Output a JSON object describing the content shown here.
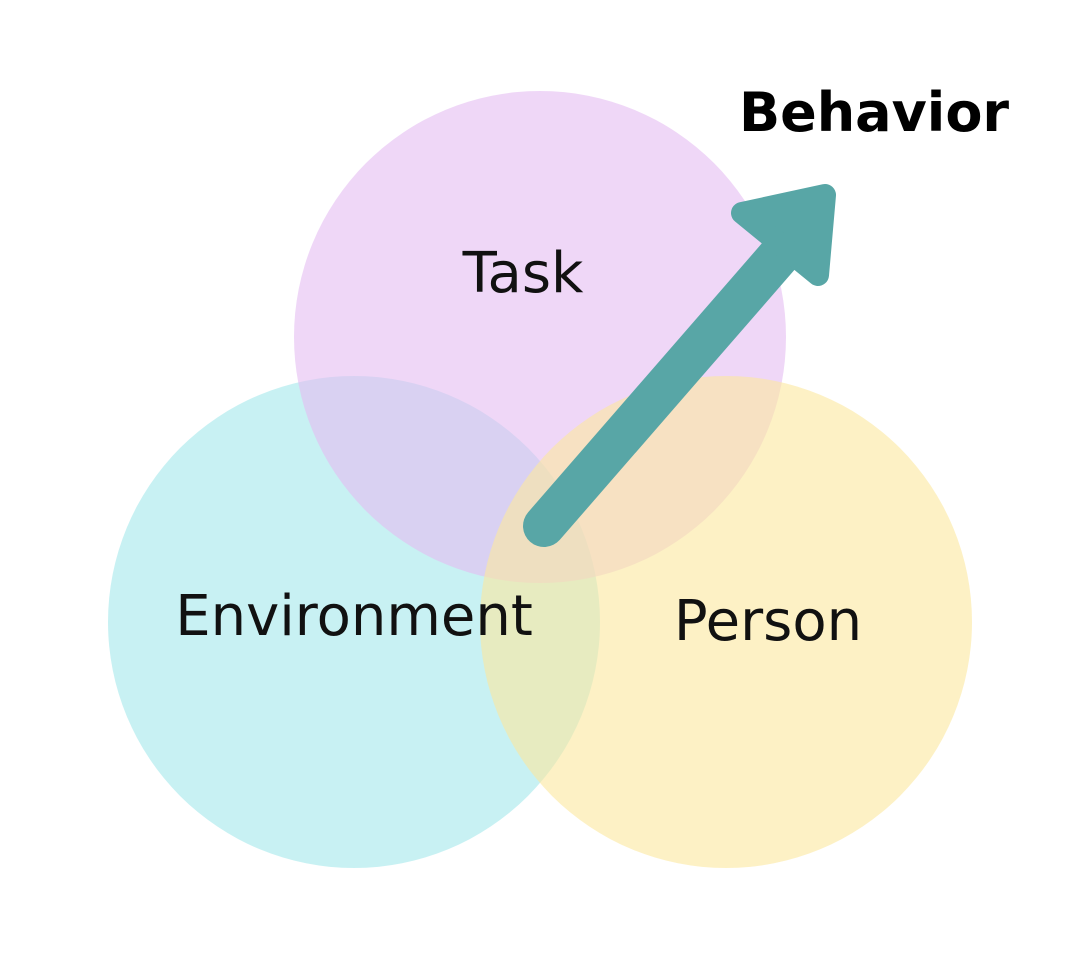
{
  "diagram": {
    "circles": {
      "task": {
        "label": "Task",
        "color": "#E5BDF2"
      },
      "environment": {
        "label": "Environment",
        "color": "#A3E7EB"
      },
      "person": {
        "label": "Person",
        "color": "#FCE89F"
      }
    },
    "arrow": {
      "label": "Behavior",
      "color": "#58A6A6",
      "icon": "arrow-up-right-icon"
    }
  }
}
